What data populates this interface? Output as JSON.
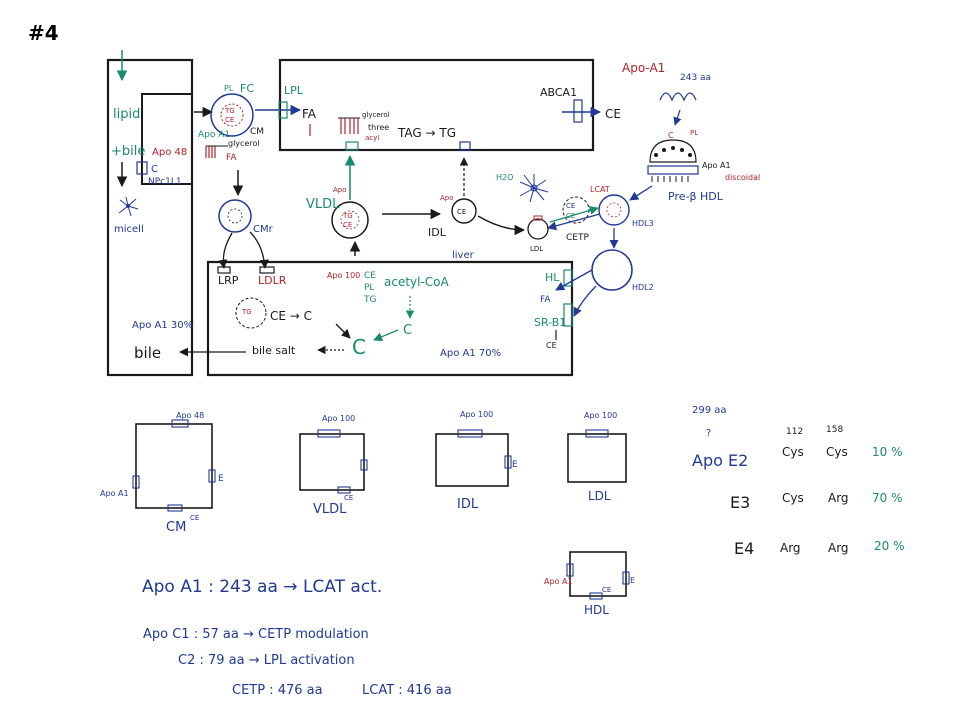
{
  "slide": {
    "number": "#4"
  },
  "colors": {
    "ink": "#1a1a1a",
    "blue": "#1f3a93",
    "green": "#1a8a6e",
    "red": "#b0242a"
  },
  "intestine": {
    "lipid": "lipid",
    "bile_in": "+bile",
    "micell": "micell",
    "apo48": "Apo 48",
    "npc": "NPc1L1",
    "c": "C",
    "apoa1_pct": "Apo A1 30%",
    "bile_out": "bile"
  },
  "chylomicron": {
    "pl": "PL",
    "fc": "FC",
    "tg": "TG",
    "ce": "CE",
    "cm": "CM",
    "apoa1": "Apo A1",
    "glycerol": "glycerol",
    "fa": "FA",
    "cmr": "CMr",
    "lrp": "LRP",
    "ldlr": "LDLR"
  },
  "periphery": {
    "lpl": "LPL",
    "fa": "FA",
    "glycerol": "glycerol",
    "three": "three",
    "acyl": "acyl",
    "tag_tg": "TAG → TG",
    "abca1": "ABCA1",
    "ce_out": "CE"
  },
  "hdl_path": {
    "apoa1": "Apo-A1",
    "aa243": "243 aa",
    "c": "C",
    "pl": "PL",
    "apoa1_b": "Apo A1",
    "discoidal": "discoidal",
    "pre_b_hdl": "Pre-β HDL",
    "lcat": "LCAT",
    "hdl3": "HDL3",
    "hdl2": "HDL2",
    "cetp": "CETP",
    "ce": "CE",
    "ce2": "CE",
    "h2o": "H2O",
    "ldl": "LDL"
  },
  "liver": {
    "vldl": "VLDL",
    "apo": "Apo",
    "tg": "TG",
    "ce": "CE",
    "apo_b": "Apo",
    "idl": "IDL",
    "label": "liver",
    "apo100": "Apo 100",
    "ce_stack": "CE",
    "pl_stack": "PL",
    "tg_stack": "TG",
    "acetyl": "acetyl-CoA",
    "c1": "C",
    "c2": "C",
    "ce_c": "CE → C",
    "bile_salt": "bile salt",
    "apoa1_pct": "Apo A1 70%",
    "hl": "HL",
    "fa": "FA",
    "srb1": "SR-B1"
  },
  "particles": {
    "cm": {
      "apo48": "Apo 48",
      "apoa1": "Apo A1",
      "e": "E",
      "ce": "CE",
      "name": "CM"
    },
    "vldl": {
      "apo100": "Apo 100",
      "ce": "CE",
      "name": "VLDL"
    },
    "idl": {
      "apo100": "Apo 100",
      "e": "E",
      "name": "IDL"
    },
    "ldl": {
      "apo100": "Apo 100",
      "name": "LDL"
    },
    "hdl": {
      "apoa1": "Apo A1",
      "e": "E",
      "ce": "CE",
      "name": "HDL"
    }
  },
  "apoe_table": {
    "aa": "299 aa",
    "q": "?",
    "col112": "112",
    "col158": "158",
    "rows": [
      {
        "name": "Apo E2",
        "a": "Cys",
        "b": "Cys",
        "pct": "10 %"
      },
      {
        "name": "E3",
        "a": "Cys",
        "b": "Arg",
        "pct": "70 %"
      },
      {
        "name": "E4",
        "a": "Arg",
        "b": "Arg",
        "pct": "20 %"
      }
    ]
  },
  "notes": {
    "line1": "Apo A1 : 243 aa → LCAT act.",
    "line2": "Apo C1 : 57 aa → CETP modulation",
    "line3": "C2 : 79 aa → LPL activation",
    "line4": "CETP : 476 aa",
    "line5": "LCAT : 416 aa"
  }
}
